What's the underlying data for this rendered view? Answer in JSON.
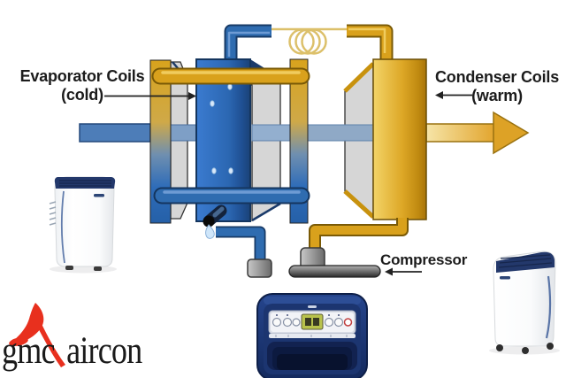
{
  "colors": {
    "background": "#ffffff",
    "evaporator_blue": "#2b67b2",
    "condenser_gold": "#d9a11c",
    "panel_gray": "#d6d6d6",
    "cool_air_blue": "#4d7db8",
    "cool_air_light": "#93afcf",
    "warm_air_gold": "#dda226",
    "compressor_gray": "#9a9a9a",
    "pipe_blue": "#2f6cb0",
    "pipe_gold": "#d9a11c",
    "label_text": "#1c1c1c",
    "logo_red": "#e8301e",
    "logo_text": "#1a1a1a",
    "unit_navy": "#23386b"
  },
  "diagram": {
    "evaporator_label_line1": "Evaporator Coils",
    "evaporator_label_line2": "(cold)",
    "condenser_label_line1": "Condenser Coils",
    "condenser_label_line2": "(warm)",
    "compressor_label": "Compressor"
  },
  "logo": {
    "word1": "gmc",
    "word2": "aircon"
  }
}
